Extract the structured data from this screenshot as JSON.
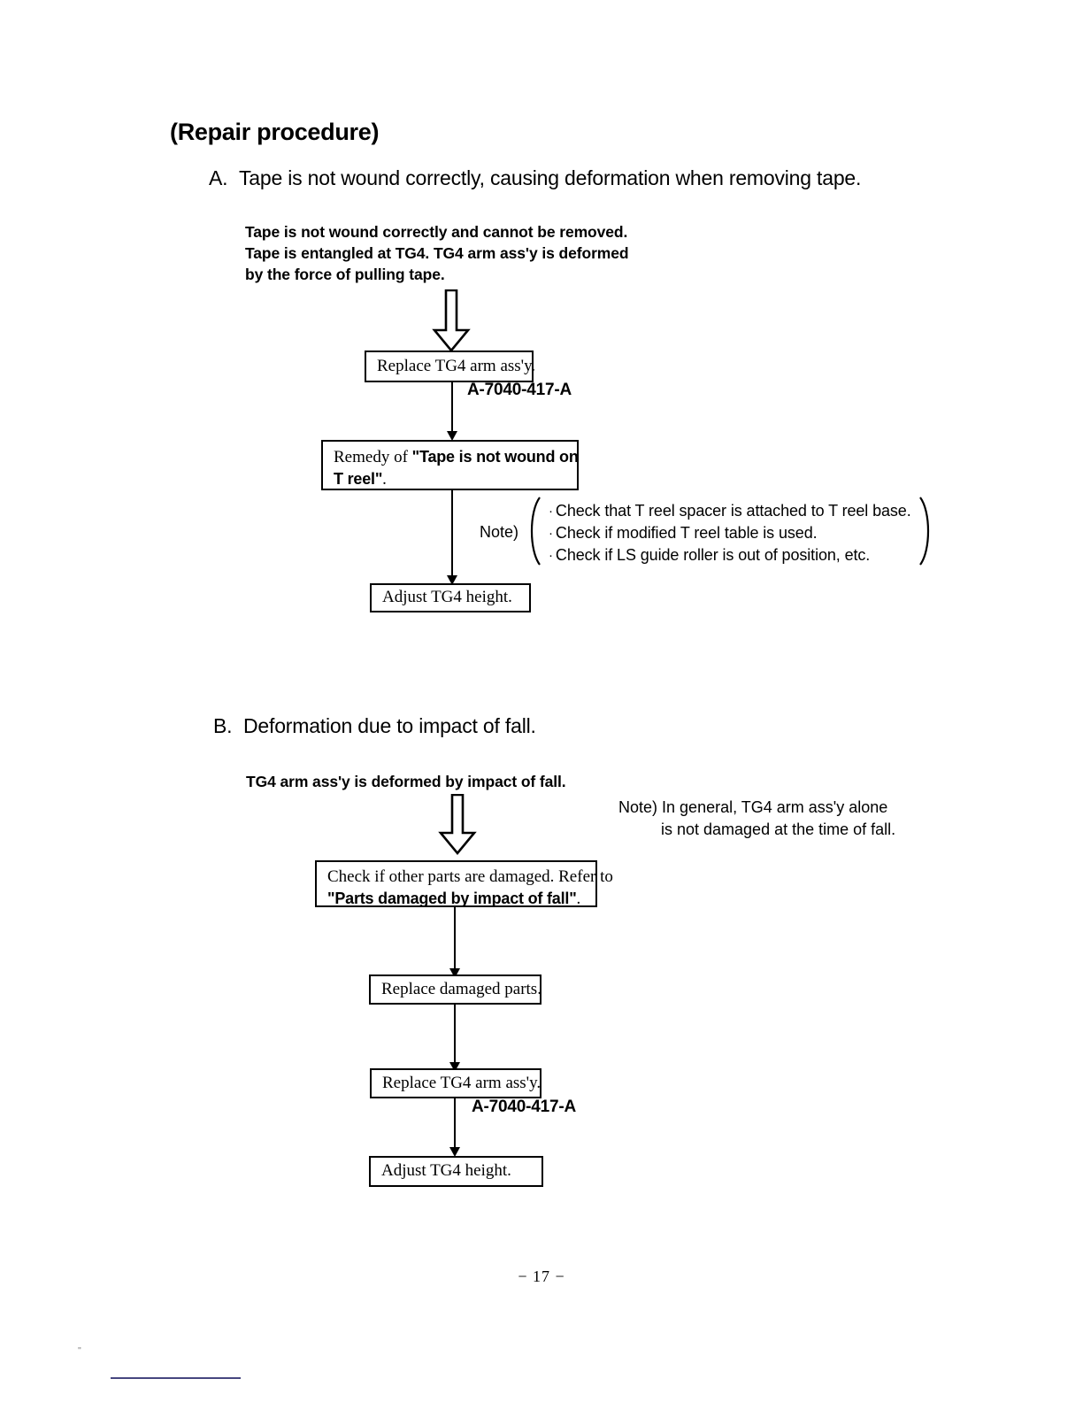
{
  "document": {
    "title": "(Repair procedure)",
    "page_number": "− 17 −"
  },
  "sections": [
    {
      "letter": "A.",
      "heading": "Tape is not wound correctly, causing deformation when removing tape.",
      "symptom": "Tape is not wound correctly and cannot be removed.\nTape is entangled at TG4. TG4 arm ass'y is deformed\nby the force of pulling tape.",
      "steps": [
        {
          "text": "Replace TG4 arm ass'y.",
          "part_number": "A-7040-417-A"
        },
        {
          "line1_plain": "Remedy of ",
          "line1_quoted": "\"Tape is not wound on",
          "line2_quoted": "T reel\"",
          "line2_plain": "."
        },
        {
          "text": "Adjust TG4 height."
        }
      ],
      "note": {
        "label": "Note)",
        "items": [
          "Check that T reel spacer is attached to T reel base.",
          "Check if modified T reel table is used.",
          "Check if LS guide roller is out of position, etc."
        ],
        "bullet": "·"
      }
    },
    {
      "letter": "B.",
      "heading": "Deformation due to impact of fall.",
      "symptom": "TG4 arm ass'y is deformed by impact of fall.",
      "steps": [
        {
          "line1_plain": "Check if other parts are damaged. Refer to",
          "line2_quoted": "\"Parts damaged by impact of fall\"",
          "line2_plain": "."
        },
        {
          "text": "Replace damaged parts."
        },
        {
          "text": "Replace TG4 arm ass'y.",
          "part_number": "A-7040-417-A"
        },
        {
          "text": "Adjust TG4 height."
        }
      ],
      "note": {
        "label": "Note)",
        "line1": "In general, TG4 arm ass'y alone",
        "line2": "is not damaged at the time of fall."
      }
    }
  ],
  "colors": {
    "ink": "#000000",
    "paper": "#ffffff",
    "artifact": "#262668"
  }
}
